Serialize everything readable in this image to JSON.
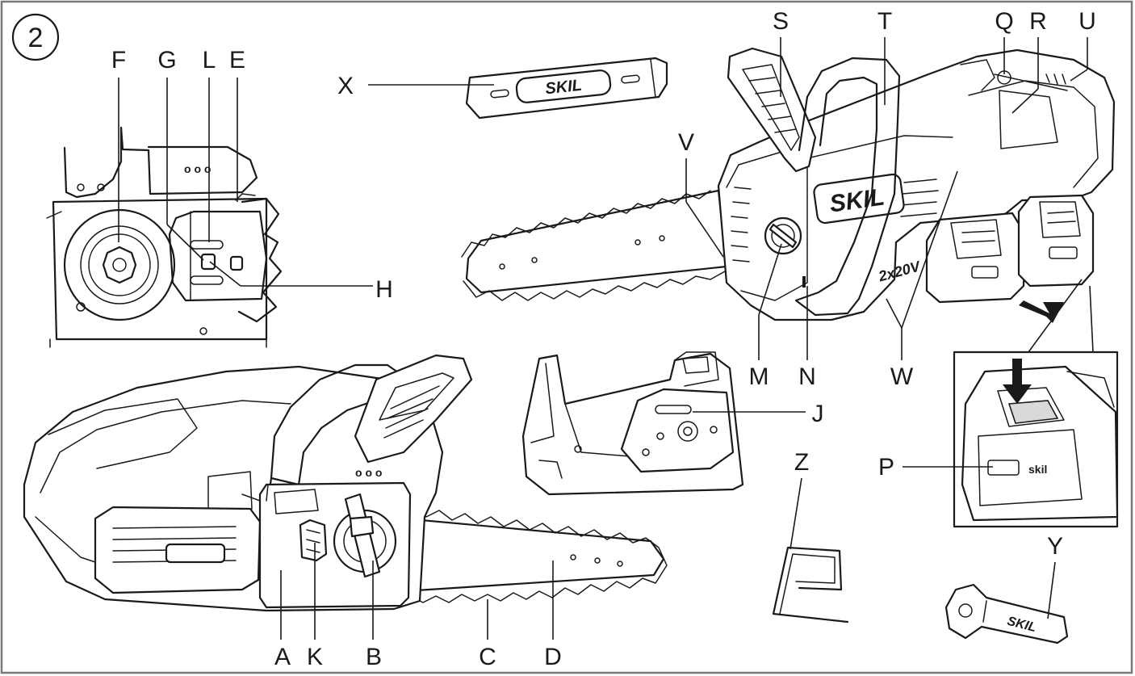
{
  "figure": {
    "number": "2"
  },
  "labels": {
    "A": "A",
    "B": "B",
    "C": "C",
    "D": "D",
    "E": "E",
    "F": "F",
    "G": "G",
    "H": "H",
    "J": "J",
    "K": "K",
    "L": "L",
    "M": "M",
    "N": "N",
    "P": "P",
    "Q": "Q",
    "R": "R",
    "S": "S",
    "T": "T",
    "U": "U",
    "V": "V",
    "W": "W",
    "X": "X",
    "Y": "Y",
    "Z": "Z"
  },
  "branding": {
    "logo_text": "SKIL",
    "voltage": "2x20V"
  },
  "colors": {
    "line": "#1a1a1a",
    "fill": "#ffffff",
    "border": "#7a7a7a"
  }
}
